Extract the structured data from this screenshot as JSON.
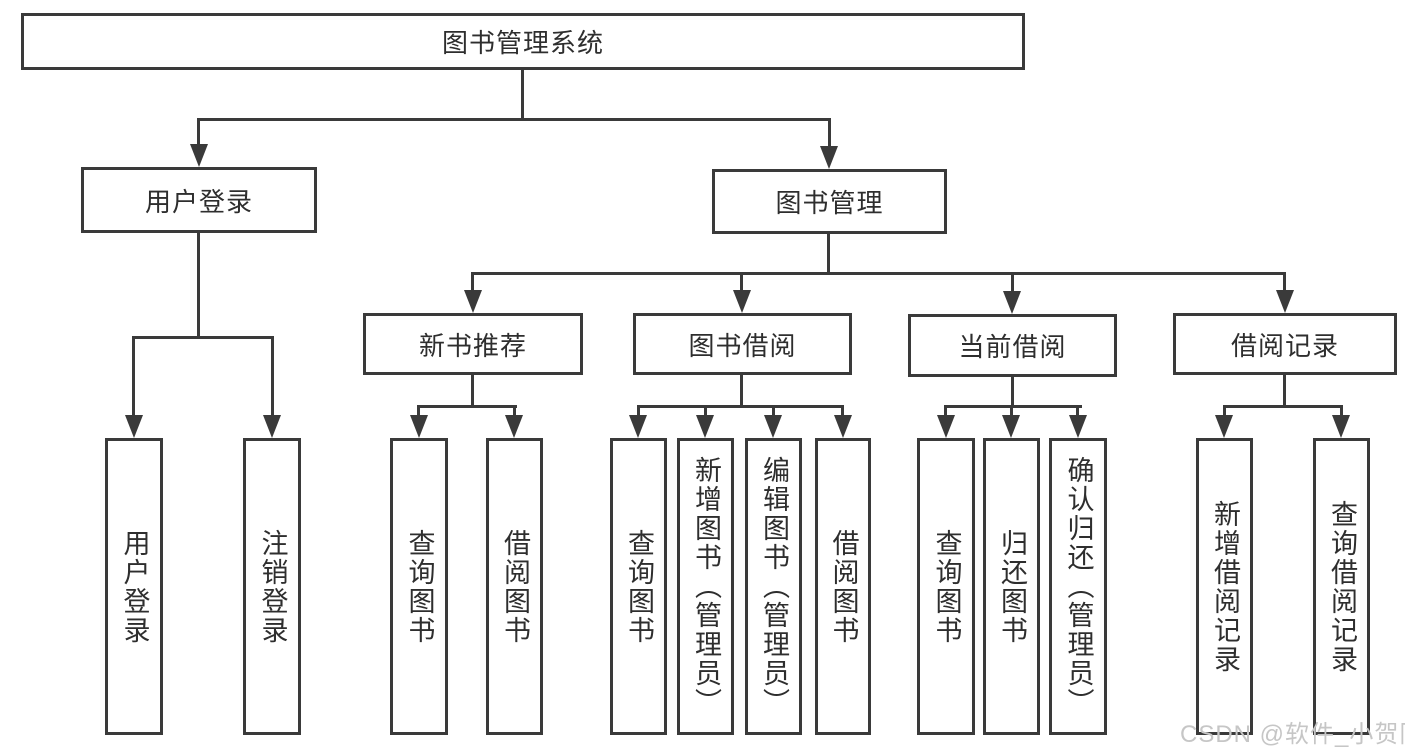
{
  "watermark": "CSDN @软件_小贺同学",
  "colors": {
    "line": "#3a3a3a",
    "text": "#2e2e2e",
    "watermark": "#c6c6c6",
    "background": "#ffffff"
  },
  "tree": {
    "root": "图书管理系统",
    "branches": [
      {
        "label": "用户登录",
        "children": [
          "用户登录",
          "注销登录"
        ]
      },
      {
        "label": "图书管理",
        "groups": [
          {
            "label": "新书推荐",
            "children": [
              "查询图书",
              "借阅图书"
            ]
          },
          {
            "label": "图书借阅",
            "children": [
              "查询图书",
              "新增图书（管理员）",
              "编辑图书（管理员）",
              "借阅图书"
            ]
          },
          {
            "label": "当前借阅",
            "children": [
              "查询图书",
              "归还图书",
              "确认归还（管理员）"
            ]
          },
          {
            "label": "借阅记录",
            "children": [
              "新增借阅记录",
              "查询借阅记录"
            ]
          }
        ]
      }
    ]
  }
}
